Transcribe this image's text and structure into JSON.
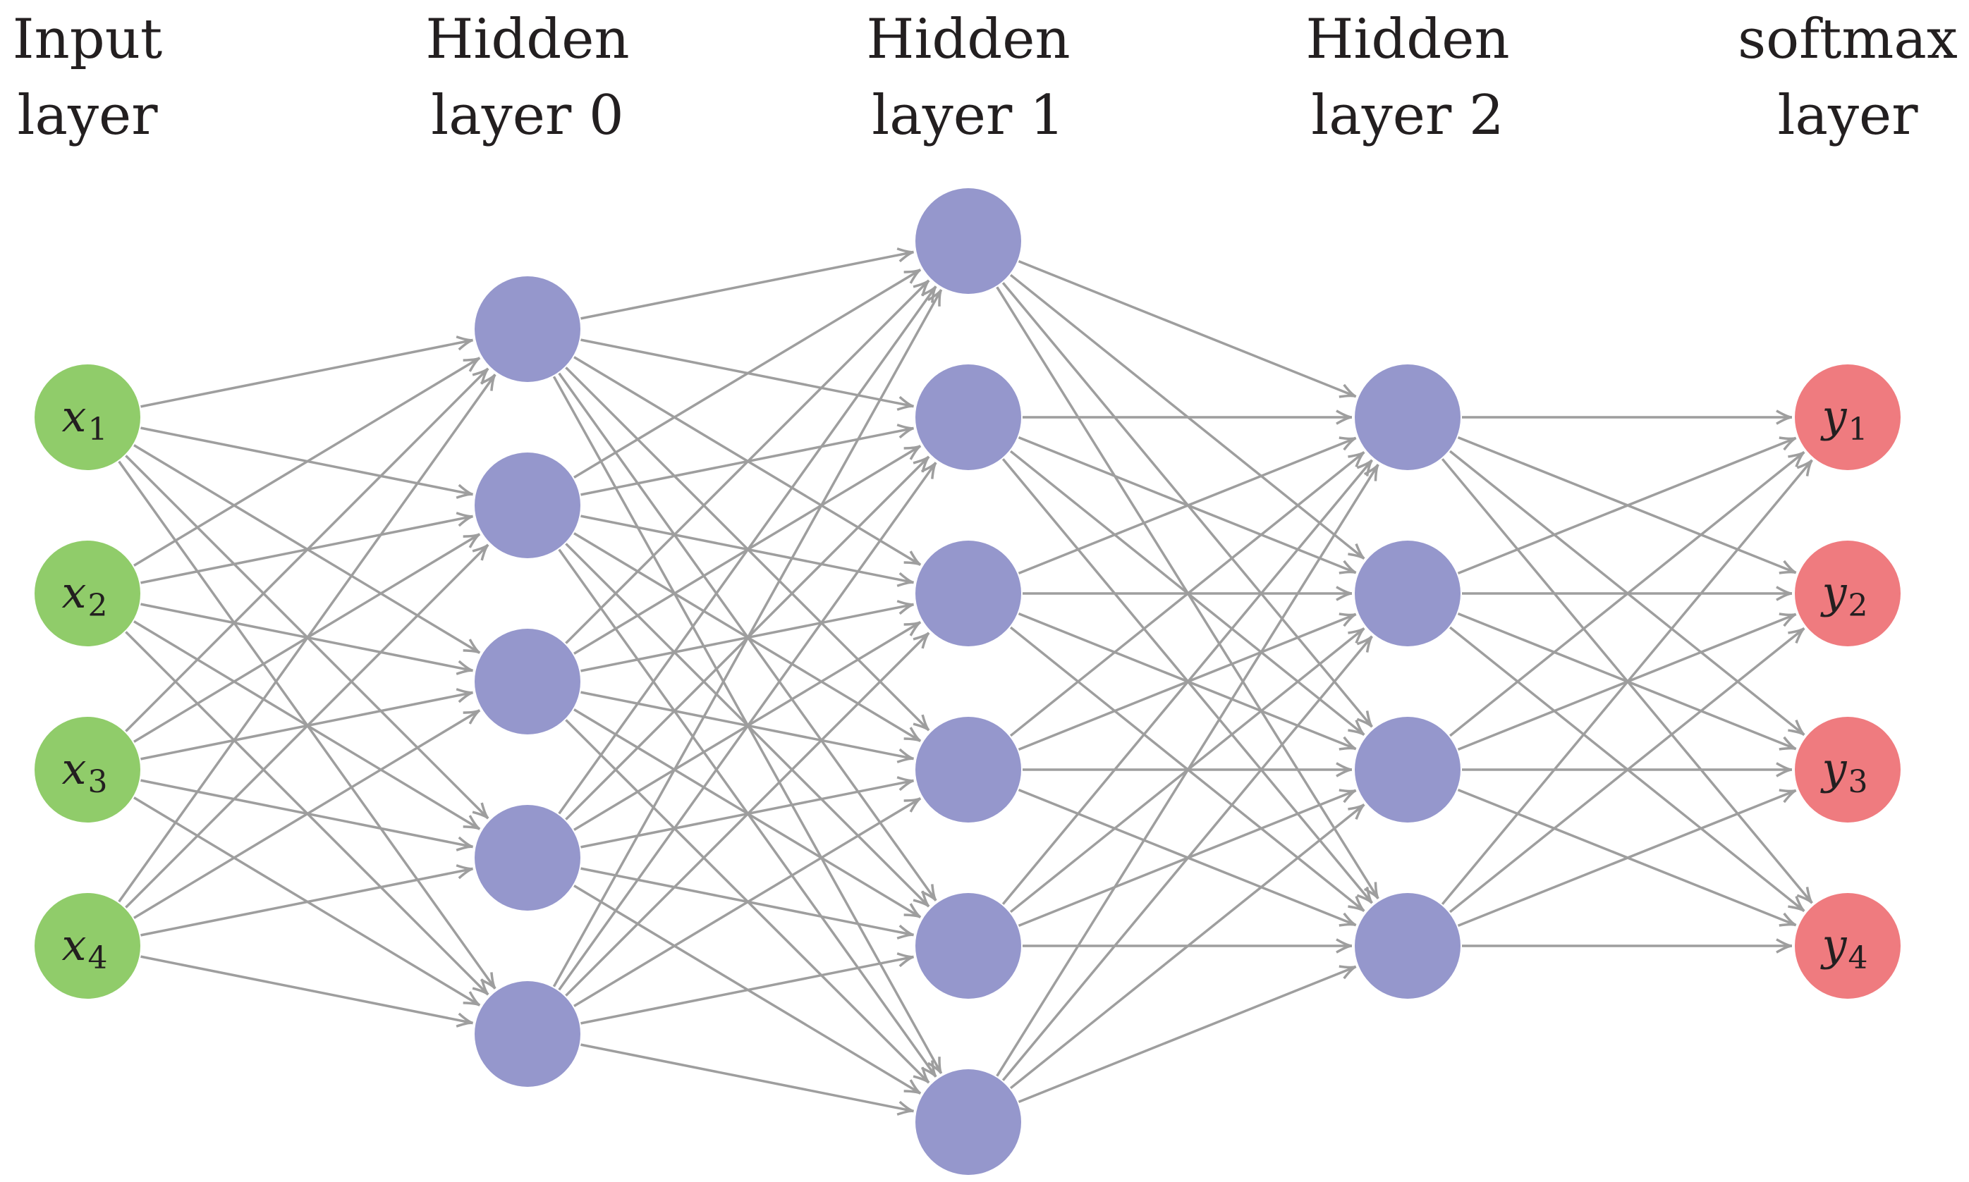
{
  "layers": [
    {
      "title_line1": "Input",
      "title_line2": "layer",
      "node_count": 4,
      "node_color": "#90cc6a",
      "node_labels": [
        {
          "var": "x",
          "sub": "1"
        },
        {
          "var": "x",
          "sub": "2"
        },
        {
          "var": "x",
          "sub": "3"
        },
        {
          "var": "x",
          "sub": "4"
        }
      ]
    },
    {
      "title_line1": "Hidden",
      "title_line2": "layer 0",
      "node_count": 5,
      "node_color": "#9597cc",
      "node_labels": []
    },
    {
      "title_line1": "Hidden",
      "title_line2": "layer 1",
      "node_count": 6,
      "node_color": "#9597cc",
      "node_labels": []
    },
    {
      "title_line1": "Hidden",
      "title_line2": "layer 2",
      "node_count": 4,
      "node_color": "#9597cc",
      "node_labels": []
    },
    {
      "title_line1": "softmax",
      "title_line2": "layer",
      "node_count": 4,
      "node_color": "#ef7b7f",
      "node_labels": [
        {
          "var": "y",
          "sub": "1"
        },
        {
          "var": "y",
          "sub": "2"
        },
        {
          "var": "y",
          "sub": "3"
        },
        {
          "var": "y",
          "sub": "4"
        }
      ]
    }
  ],
  "connectivity": "fully-connected",
  "edge_color": "#9e9e9e",
  "text_color": "#231f20"
}
